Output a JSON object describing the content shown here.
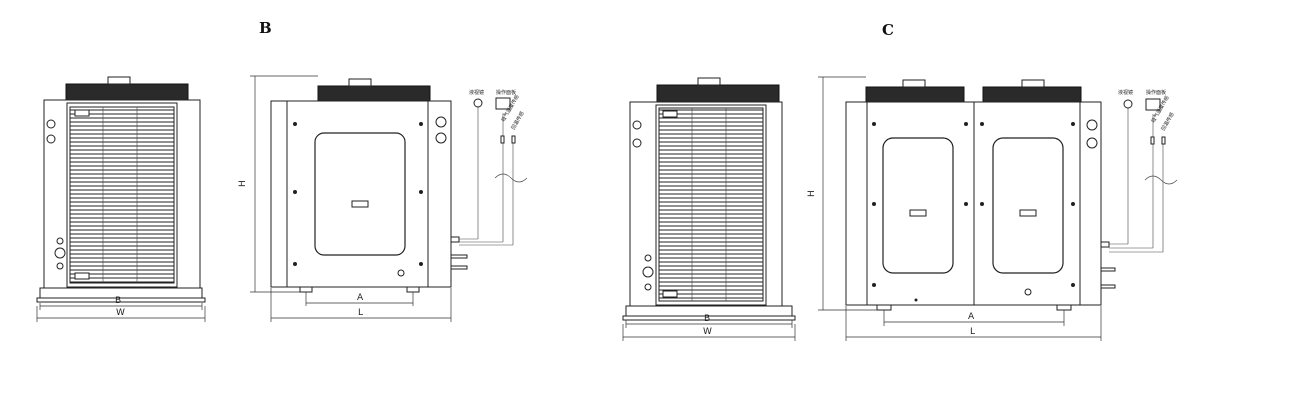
{
  "section_labels": {
    "b": "B",
    "c": "C"
  },
  "dims": {
    "a": "A",
    "b": "B",
    "h": "H",
    "l": "L",
    "w": "W"
  },
  "accessories": {
    "pressure_switch": "液视镜",
    "controller": "操作面板",
    "sensor_1": "吸气温度传感",
    "sensor_2": "回温传感"
  }
}
